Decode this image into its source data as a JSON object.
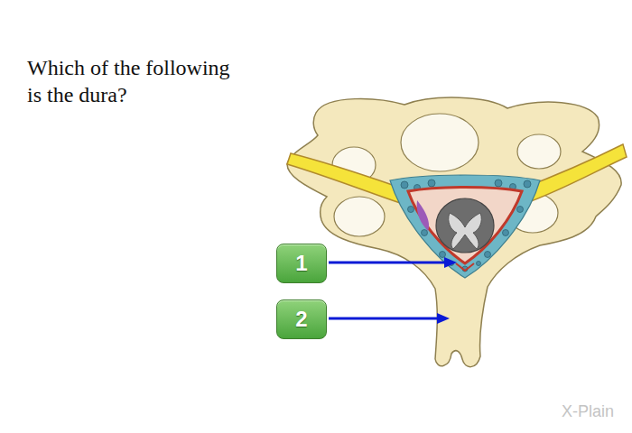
{
  "diagram": {
    "title": "Which of the following is the dura?",
    "nodes": [
      {
        "text": [
          "1"
        ]
      },
      {
        "text": [
          "2"
        ]
      }
    ],
    "labels": [
      "X-Plain"
    ]
  }
}
